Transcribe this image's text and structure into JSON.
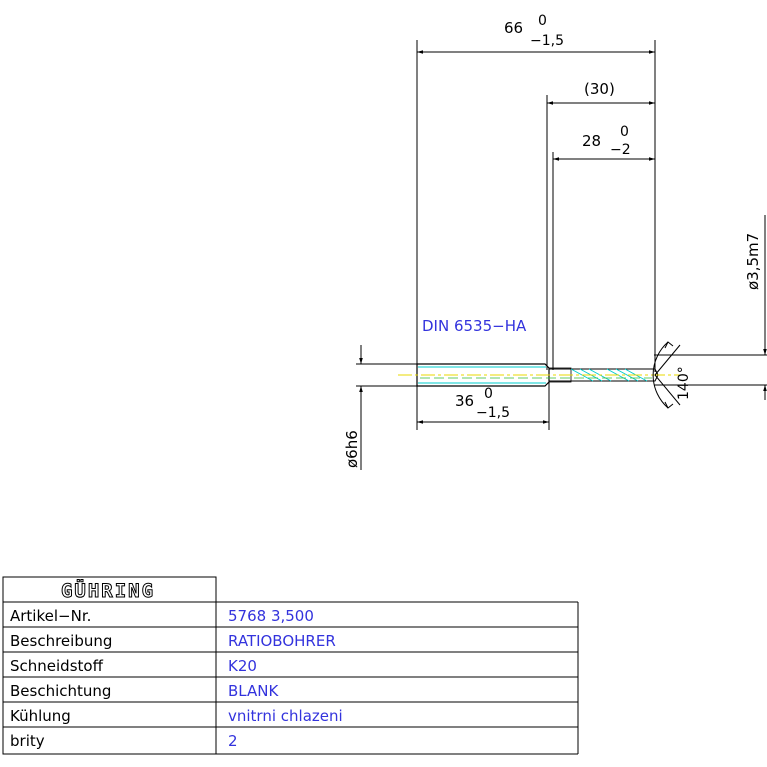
{
  "drawing": {
    "colors": {
      "line": "#000000",
      "blue_text": "#3333dd",
      "cyan": "#00cccc",
      "yellow": "#e8d800",
      "green": "#33bb33"
    },
    "dimensions": {
      "overall_length": {
        "nominal": "66",
        "upper_tol": "0",
        "lower_tol": "−1,5"
      },
      "reference_length": {
        "value": "(30)"
      },
      "flute_length": {
        "nominal": "28",
        "upper_tol": "0",
        "lower_tol": "−2"
      },
      "shank_length": {
        "nominal": "36",
        "upper_tol": "0",
        "lower_tol": "−1,5"
      },
      "drill_diameter": {
        "value": "ø3,5m7"
      },
      "shank_diameter": {
        "value": "ø6h6"
      },
      "point_angle": {
        "value": "140°"
      }
    },
    "standard_label": "DIN 6535−HA"
  },
  "title_block": {
    "logo": "GÜHRING",
    "rows": [
      {
        "label": "Artikel−Nr.",
        "value": "5768 3,500"
      },
      {
        "label": "Beschreibung",
        "value": "RATIOBOHRER"
      },
      {
        "label": "Schneidstoff",
        "value": "K20"
      },
      {
        "label": "Beschichtung",
        "value": "BLANK"
      },
      {
        "label": "Kühlung",
        "value": "vnitrni chlazeni"
      },
      {
        "label": "brity",
        "value": "2"
      }
    ]
  }
}
